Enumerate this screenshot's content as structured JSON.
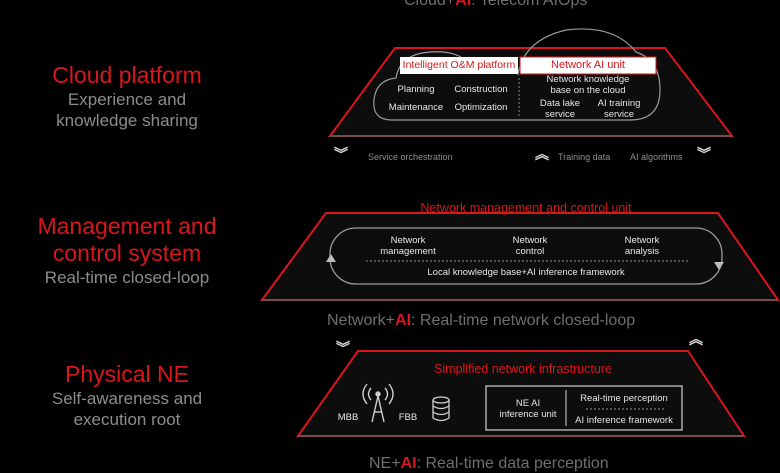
{
  "colors": {
    "accent": "#d9161c",
    "text": "#e6e6e6",
    "muted": "#8c8c8c",
    "background": "#000000"
  },
  "banners": {
    "top": {
      "prefix": "Cloud+",
      "ai": "AI",
      "suffix": ": Telecom AIOps"
    },
    "middle": {
      "prefix": "Network+",
      "ai": "AI",
      "suffix": ": Real-time network closed-loop"
    },
    "bottom": {
      "prefix": "NE+",
      "ai": "AI",
      "suffix": ": Real-time data perception"
    }
  },
  "layers": {
    "cloud": {
      "title": "Cloud platform",
      "subtitle_1": "Experience and",
      "subtitle_2": "knowledge sharing"
    },
    "management": {
      "title_1": "Management and",
      "title_2": "control system",
      "subtitle": "Real-time closed-loop"
    },
    "physical": {
      "title": "Physical NE",
      "subtitle_1": "Self-awareness and",
      "subtitle_2": "execution root"
    }
  },
  "cloud_box": {
    "om_label": "Intelligent O&M platform",
    "om_items": [
      "Planning",
      "Construction",
      "Maintenance",
      "Optimization"
    ],
    "ai_unit_label": "Network AI unit",
    "ai_items": {
      "knowledge_1": "Network knowledge",
      "knowledge_2": "base on the cloud",
      "data_lake_1": "Data lake",
      "data_lake_2": "service",
      "ai_training_1": "AI training",
      "ai_training_2": "service"
    }
  },
  "flows": {
    "service_orchestration": "Service orchestration",
    "training_data": "Training data",
    "ai_algorithms": "AI algorithms"
  },
  "management_box": {
    "title": "Network management and control unit",
    "items": [
      {
        "line1": "Network",
        "line2": "management"
      },
      {
        "line1": "Network",
        "line2": "control"
      },
      {
        "line1": "Network",
        "line2": "analysis"
      }
    ],
    "framework": "Local knowledge base+AI inference framework"
  },
  "physical_box": {
    "title": "Simplified network infrastructure",
    "mbb": "MBB",
    "fbb": "FBB",
    "inference_unit_1": "NE AI",
    "inference_unit_2": "inference unit",
    "realtime_perception": "Real-time perception",
    "ai_inference_framework": "AI inference framework"
  },
  "icons": [
    "chevron-down-icon",
    "chevron-up-icon",
    "antenna-tower-icon",
    "database-icon",
    "loop-arrow-icon"
  ]
}
